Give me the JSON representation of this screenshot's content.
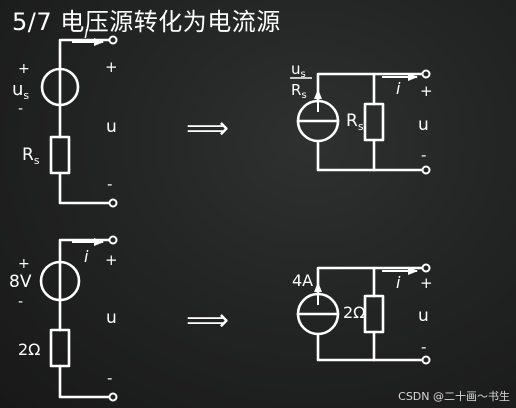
{
  "title": "5/7 电压源转化为电流源",
  "watermark": "CSDN @二十画～书生",
  "top_voltage": {
    "plus": "+",
    "minus": "-",
    "source_label": "u",
    "source_sub": "s",
    "resistor_label": "R",
    "resistor_sub": "s",
    "current": "i",
    "port_plus": "+",
    "port_minus": "-",
    "port_label": "u"
  },
  "top_current": {
    "source_num": "u",
    "source_num_sub": "s",
    "source_den": "R",
    "source_den_sub": "s",
    "resistor_label": "R",
    "resistor_sub": "s",
    "current": "i",
    "port_plus": "+",
    "port_minus": "-",
    "port_label": "u"
  },
  "bottom_voltage": {
    "plus": "+",
    "minus": "-",
    "source_value": "8V",
    "resistor_value": "2Ω",
    "current": "i",
    "port_plus": "+",
    "port_minus": "-",
    "port_label": "u"
  },
  "bottom_current": {
    "source_value": "4A",
    "resistor_value": "2Ω",
    "current": "i",
    "port_plus": "+",
    "port_minus": "-",
    "port_label": "u"
  },
  "arrow": "⟹"
}
